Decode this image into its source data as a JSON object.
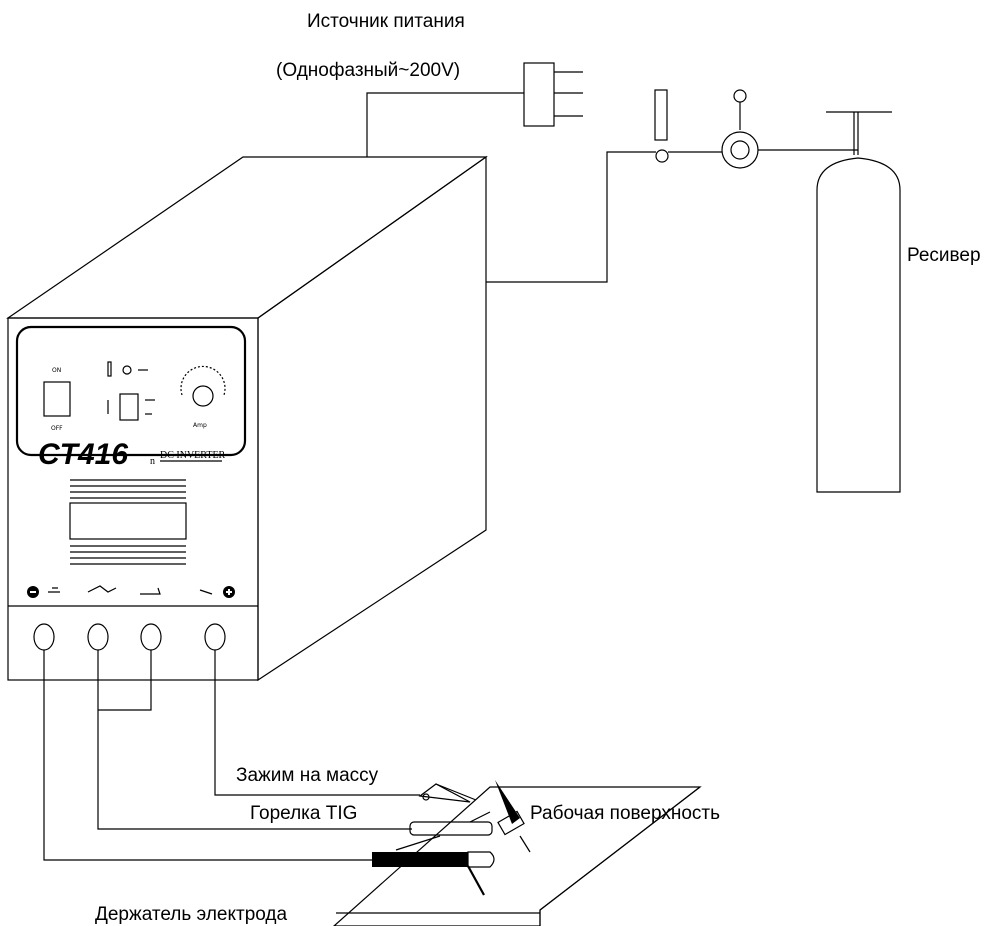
{
  "labels": {
    "power_source_line1": "Источник питания",
    "power_source_line2": "(Однофазный~200V)",
    "receiver": "Ресивер",
    "ground_clamp": "Зажим на массу",
    "tig_torch": "Горелка TIG",
    "work_surface": "Рабочая поверхность",
    "electrode_holder": "Держатель электрода"
  },
  "machine": {
    "model": "CT416",
    "model_suffix": "n",
    "subtitle": "DC INVERTER",
    "switch_on": "ON",
    "switch_off": "OFF",
    "knob_label": "Amp",
    "minus_symbol": "−",
    "plus_symbol": "+"
  },
  "colors": {
    "line": "#000000",
    "background": "#ffffff"
  }
}
